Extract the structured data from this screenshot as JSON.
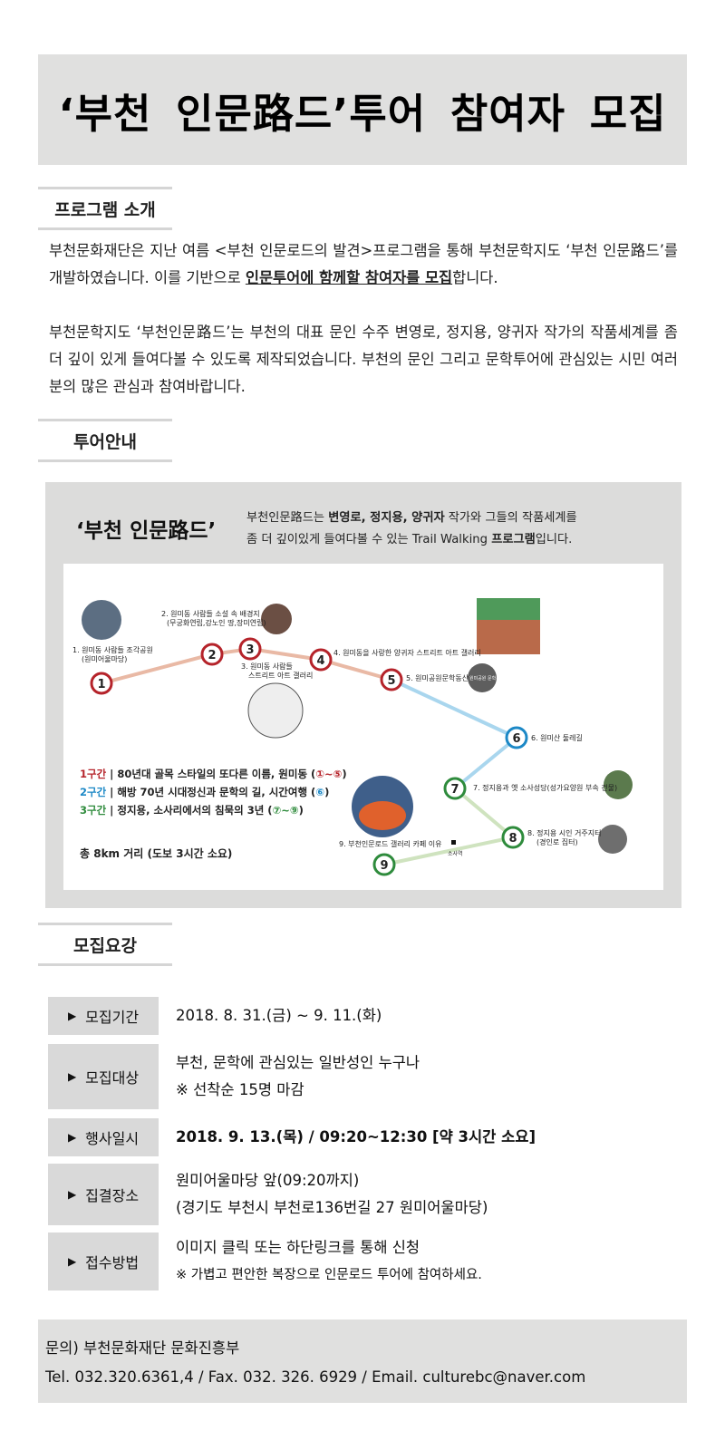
{
  "title": "‘부천 인문路드’투어 참여자 모집",
  "intro": {
    "heading": "프로그램 소개",
    "p1_a": "부천문화재단은 지난 여름 <부천 인문로드의 발견>프로그램을 통해 부천문학지도 ‘부천 인문路드’를 개발하였습니다. 이를 기반으로 ",
    "p1_highlight": "인문투어에 함께할 참여자를 모집",
    "p1_b": "합니다.",
    "p2": "부천문학지도 ‘부천인문路드’는 부천의 대표 문인 수주 변영로, 정지용, 양귀자 작가의 작품세계를 좀 더 깊이 있게 들여다볼 수 있도록 제작되었습니다. 부천의 문인 그리고 문학투어에 관심있는 시민 여러분의 많은 관심과 참여바랍니다."
  },
  "tour": {
    "heading": "투어안내",
    "box_title": "‘부천 인문路드’",
    "desc_1a": "부천인문路드는 ",
    "desc_1b": "변영로, 정지용, 양귀자",
    "desc_1c": " 작가와 그들의 작품세계를",
    "desc_2a": "좀 더 깊이있게 들여다볼 수 있는 Trail Walking ",
    "desc_2b": "프로그램",
    "desc_2c": "입니다.",
    "stops": [
      {
        "num": "1",
        "label": "1. 원미동 사람들 조각공원",
        "sub": "(원미어울마당)"
      },
      {
        "num": "2",
        "label": "2. 원미동 사람들 소설 속 배경지",
        "sub": "(무궁화연립,강노인 땅,장미연립)"
      },
      {
        "num": "3",
        "label": "3. 원미동 사람들",
        "sub": "스트리트 아트 갤러리"
      },
      {
        "num": "4",
        "label": "4. 원미동을 사랑한 양귀자 스트리트 아트 갤러리",
        "sub": ""
      },
      {
        "num": "5",
        "label": "5. 원미공원문학동산",
        "sub": ""
      },
      {
        "num": "6",
        "label": "6. 원미산 둘레길",
        "sub": ""
      },
      {
        "num": "7",
        "label": "7. 정지용과 옛 소사성당(성가요양원 부속 건물)",
        "sub": ""
      },
      {
        "num": "8",
        "label": "8. 정지용 시인 거주지터",
        "sub": "(경인로 집터)"
      },
      {
        "num": "9",
        "label": "9. 부천인문로드 갤러리 카페 이유",
        "sub": ""
      }
    ],
    "station_label": "소사역",
    "sign_text": "원미공원 문학동산",
    "legend": [
      {
        "tag": "1구간",
        "text": " | 80년대 골목 스타일의 또다른 이름, 원미동 (",
        "range": "①~⑤",
        "end": ")"
      },
      {
        "tag": "2구간",
        "text": " | 해방 70년 시대정신과 문학의 길, 시간여행 (",
        "range": "⑥",
        "end": ")"
      },
      {
        "tag": "3구간",
        "text": " | 정지용, 소사리에서의 침묵의 3년 (",
        "range": "⑦~⑨",
        "end": ")"
      }
    ],
    "distance": "총 8km 거리 (도보 3시간 소요)",
    "colors": {
      "red": "#b5232a",
      "blue": "#1c88c6",
      "green": "#2e8b3c",
      "seg1": "#e9b9a5",
      "seg2": "#a9d6ee",
      "seg3": "#cfe3bf"
    }
  },
  "recruit": {
    "heading": "모집요강",
    "rows": [
      {
        "label": "모집기간",
        "lines": [
          "2018. 8. 31.(금) ~ 9. 11.(화)"
        ]
      },
      {
        "label": "모집대상",
        "lines": [
          "부천, 문학에 관심있는 일반성인 누구나",
          "※ 선착순 15명 마감"
        ]
      },
      {
        "label": "행사일시",
        "lines": [
          "2018. 9. 13.(목) / 09:20~12:30 [약 3시간 소요]"
        ]
      },
      {
        "label": "집결장소",
        "lines": [
          "원미어울마당 앞(09:20까지)",
          "(경기도 부천시 부천로136번길 27 원미어울마당)"
        ]
      },
      {
        "label": "접수방법",
        "lines": [
          "이미지 클릭 또는 하단링크를 통해 신청",
          "※ 가볍고 편안한 복장으로 인문로드 투어에 참여하세요."
        ]
      }
    ]
  },
  "footer": {
    "line1": "문의) 부천문화재단 문화진흥부",
    "line2": "Tel. 032.320.6361,4 / Fax. 032. 326. 6929 / Email. culturebc@naver.com"
  }
}
